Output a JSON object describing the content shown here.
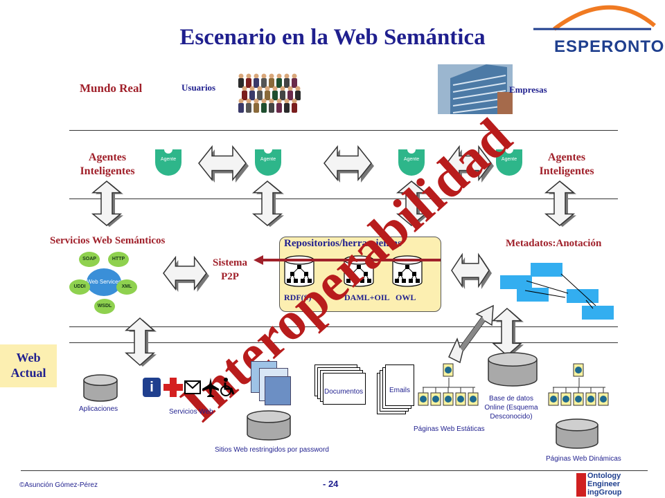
{
  "title": "Escenario en la Web Semántica",
  "logo_text": "ESPERONTO",
  "mundo_real": "Mundo Real",
  "usuarios": "Usuarios",
  "empresas": "Empresas",
  "agentes_left": "Agentes Inteligentes",
  "agentes_right": "Agentes Inteligentes",
  "agente_label": "Agente",
  "servicios_semanticos": "Servicios Web Semánticos",
  "web_services_center": "Web Services",
  "ws_nodes": [
    "SOAP",
    "HTTP",
    "XML",
    "WSDL",
    "UDDI"
  ],
  "sistema_p2p": "Sistema P2P",
  "repositorios": "Repositorios/herramientas",
  "repo_items": [
    "RDF(S)",
    "DAML+OIL",
    "OWL"
  ],
  "metadatos": "Metadatos:Anotación",
  "interoperabilidad": "Interoperabilidad",
  "web_actual": "Web Actual",
  "aplicaciones": "Aplicaciones",
  "servicios_web": "Servicios Web",
  "sitios_password": "Sitios Web restringidos por password",
  "documentos": "Documentos",
  "emails": "Emails",
  "paginas_estaticas": "Páginas Web Estáticas",
  "base_datos": "Base de datos Online (Esquema Desconocido)",
  "paginas_dinamicas": "Páginas Web Dinámicas",
  "author": "©Asunción Gómez-Pérez",
  "page_number": "- 24",
  "oeg_lines": [
    "Ontology",
    "Engineer",
    "ingGroup"
  ],
  "colors": {
    "title": "#1f1f8e",
    "label_red": "#a0202a",
    "agent_green": "#2eb68a",
    "repo_bg": "#fcefb1",
    "overlay_red": "#b81c1c",
    "meta_blue": "#33aef0"
  }
}
